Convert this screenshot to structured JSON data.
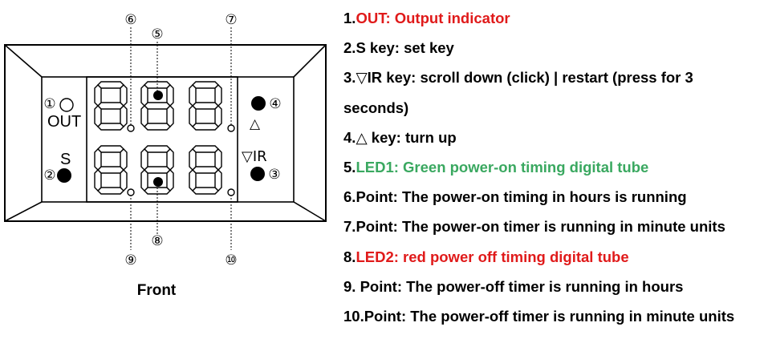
{
  "front_view": {
    "label": "Front",
    "left_labels": {
      "out": "OUT",
      "s": "S"
    },
    "right_labels": {
      "up": "△",
      "down_ir": "▽IR"
    },
    "markers": [
      "①",
      "②",
      "③",
      "④",
      "⑤",
      "⑥",
      "⑦",
      "⑧",
      "⑨",
      "⑩"
    ]
  },
  "legend": [
    {
      "num": "1.",
      "text": "",
      "highlight": "OUT: Output indicator",
      "color": "#e01a1a"
    },
    {
      "num": "2.",
      "text": "S key: set key"
    },
    {
      "num": "3.",
      "text": "▽IR key: scroll down (click) | restart (press for 3 seconds)"
    },
    {
      "num": "4.",
      "text": "△ key: turn up"
    },
    {
      "num": "5.",
      "text": "",
      "highlight": "LED1: Green power-on timing digital tube",
      "color": "#3aa860"
    },
    {
      "num": "6.",
      "text": "Point: The power-on timing in hours is running"
    },
    {
      "num": "7.",
      "text": "Point: The power-on timer is running in minute units"
    },
    {
      "num": "8.",
      "text": "",
      "highlight": "LED2: red power off timing digital tube",
      "color": "#e01a1a"
    },
    {
      "num": "9. ",
      "text": "Point: The power-off timer is running in hours"
    },
    {
      "num": "10.",
      "text": "Point: The power-off timer is running in minute units"
    }
  ]
}
